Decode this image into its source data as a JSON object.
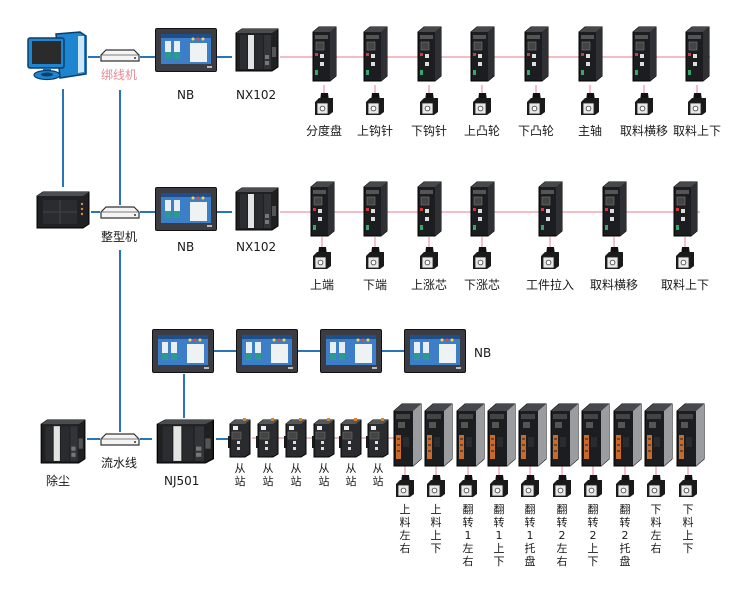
{
  "colors": {
    "ethernet_link": "#2a74b8",
    "ethercat_link": "#f2a9b3",
    "switch_label": "#e98a96"
  },
  "row1": {
    "pc": {
      "icon": "computer-icon"
    },
    "switch": {
      "icon": "network-switch-icon",
      "label": "绑线机"
    },
    "hmi": {
      "icon": "hmi-touchscreen-icon",
      "label": "NB"
    },
    "controller": {
      "icon": "plc-controller-icon",
      "label": "NX102"
    },
    "axes": [
      {
        "label": "分度盘"
      },
      {
        "label": "上钩针"
      },
      {
        "label": "下钩针"
      },
      {
        "label": "上凸轮"
      },
      {
        "label": "下凸轮"
      },
      {
        "label": "主轴"
      },
      {
        "label": "取料横移"
      },
      {
        "label": "取料上下"
      }
    ]
  },
  "row2": {
    "plc": {
      "icon": "compact-plc-icon"
    },
    "switch": {
      "icon": "network-switch-icon",
      "label": "整型机"
    },
    "hmi": {
      "icon": "hmi-touchscreen-icon",
      "label": "NB"
    },
    "controller": {
      "icon": "plc-controller-icon",
      "label": "NX102"
    },
    "axes": [
      {
        "label": "上端"
      },
      {
        "label": "下端"
      },
      {
        "label": "上涨芯"
      },
      {
        "label": "下涨芯"
      },
      {
        "label": "工件拉入"
      },
      {
        "label": "取料横移"
      },
      {
        "label": "取料上下"
      }
    ]
  },
  "row3": {
    "hmi_group_label": "NB",
    "hmi_count": 4,
    "dust": {
      "icon": "plc-controller-icon",
      "label": "除尘"
    },
    "switch": {
      "icon": "network-switch-icon",
      "label": "流水线"
    },
    "controller": {
      "icon": "plc-controller-icon",
      "label": "NJ501"
    },
    "slaves": [
      {
        "label": "从站"
      },
      {
        "label": "从站"
      },
      {
        "label": "从站"
      },
      {
        "label": "从站"
      },
      {
        "label": "从站"
      },
      {
        "label": "从站"
      }
    ],
    "axes": [
      {
        "label": "上料左右"
      },
      {
        "label": "上料上下"
      },
      {
        "label": "翻转1左右"
      },
      {
        "label": "翻转1上下"
      },
      {
        "label": "翻转1托盘"
      },
      {
        "label": "翻转2左右"
      },
      {
        "label": "翻转2上下"
      },
      {
        "label": "翻转2托盘"
      },
      {
        "label": "下料左右"
      },
      {
        "label": "下料上下"
      }
    ]
  }
}
